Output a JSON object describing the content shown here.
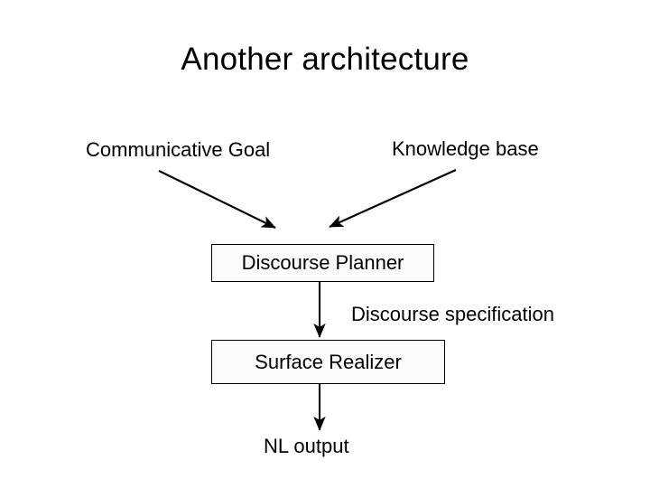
{
  "slide": {
    "title": "Another architecture",
    "background_color": "#ffffff",
    "text_color": "#000000"
  },
  "diagram": {
    "type": "flowchart",
    "inputs": [
      {
        "id": "communicative-goal",
        "label": "Communicative Goal"
      },
      {
        "id": "knowledge-base",
        "label": "Knowledge base"
      }
    ],
    "nodes": [
      {
        "id": "discourse-planner",
        "label": "Discourse Planner",
        "shape": "rectangle",
        "border_color": "#000000",
        "fill_color": "#fbfbfb"
      },
      {
        "id": "surface-realizer",
        "label": "Surface Realizer",
        "shape": "rectangle",
        "border_color": "#000000",
        "fill_color": "#fbfbfb"
      }
    ],
    "edge_labels": [
      {
        "id": "discourse-specification",
        "label": "Discourse specification"
      }
    ],
    "outputs": [
      {
        "id": "nl-output",
        "label": "NL output"
      }
    ],
    "arrows": [
      {
        "id": "arrow-goal-to-planner",
        "from": "communicative-goal",
        "to": "discourse-planner",
        "direction": "diagonal-down-right"
      },
      {
        "id": "arrow-kb-to-planner",
        "from": "knowledge-base",
        "to": "discourse-planner",
        "direction": "diagonal-down-left"
      },
      {
        "id": "arrow-planner-to-realizer",
        "from": "discourse-planner",
        "to": "surface-realizer",
        "direction": "down"
      },
      {
        "id": "arrow-realizer-to-output",
        "from": "surface-realizer",
        "to": "nl-output",
        "direction": "down"
      }
    ]
  }
}
